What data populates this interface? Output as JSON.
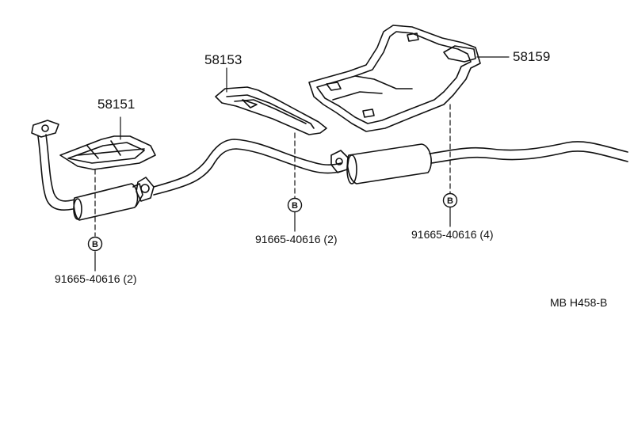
{
  "diagram": {
    "parts": {
      "heat_insulator_front": "58151",
      "heat_insulator_center": "58153",
      "heat_insulator_rear": "58159"
    },
    "fasteners": {
      "symbol": "B",
      "front": "91665-40616 (2)",
      "center": "91665-40616 (2)",
      "rear": "91665-40616 (4)"
    },
    "figure_code": "MB  H458-B"
  }
}
